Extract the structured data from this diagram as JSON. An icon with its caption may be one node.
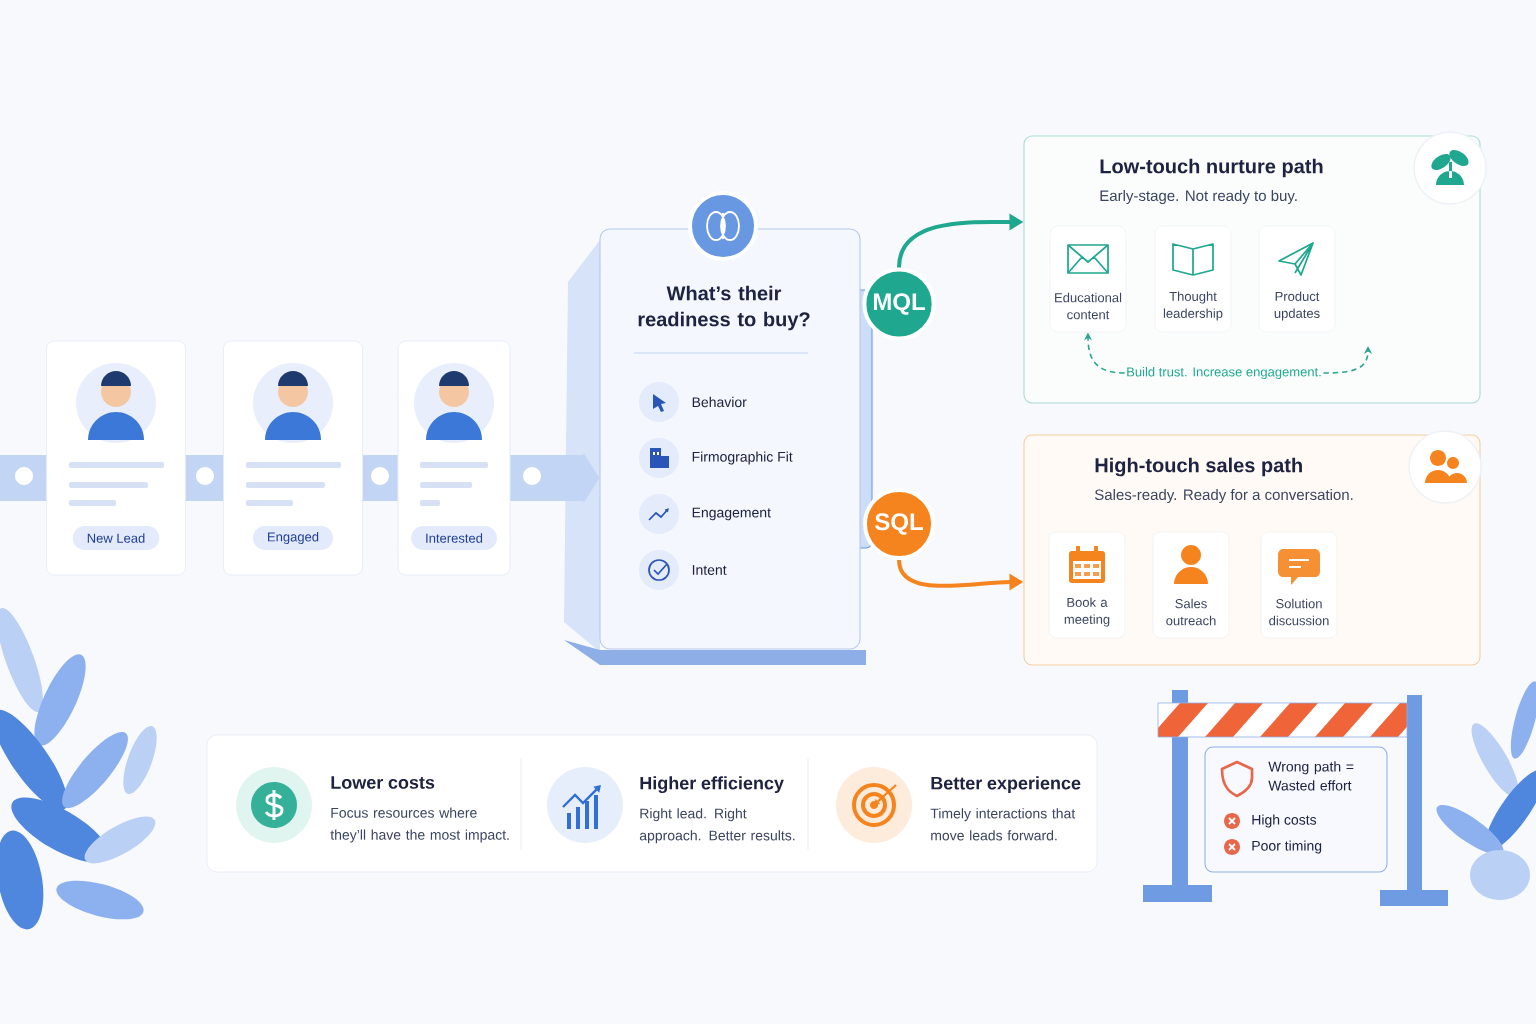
{
  "diagram": {
    "nodes": [
      {
        "text": [
          "New Lead"
        ]
      },
      {
        "text": [
          "Engaged"
        ]
      },
      {
        "text": [
          "Interested"
        ]
      },
      {
        "text": [
          "What’s their readiness to buy?"
        ]
      },
      {
        "text": [
          "Behavior"
        ],
        "in": 3
      },
      {
        "text": [
          "Firmographic Fit"
        ],
        "in": 3
      },
      {
        "text": [
          "Engagement"
        ],
        "in": 3
      },
      {
        "text": [
          "Intent"
        ],
        "in": 3
      },
      {
        "text": [
          "MQL"
        ]
      },
      {
        "text": [
          "SQL"
        ]
      },
      {
        "text": [
          "Low-touch nurture path",
          "Early-stage. Not ready to buy."
        ]
      },
      {
        "text": [
          "Educational content"
        ],
        "in": 10
      },
      {
        "text": [
          "Thought leadership"
        ],
        "in": 10
      },
      {
        "text": [
          "Product updates"
        ],
        "in": 10
      },
      {
        "text": [
          "High-touch sales path",
          "Sales-ready. Ready for a conversation."
        ]
      },
      {
        "text": [
          "Book a meeting"
        ],
        "in": 14
      },
      {
        "text": [
          "Sales outreach"
        ],
        "in": 14
      },
      {
        "text": [
          "Solution discussion"
        ],
        "in": 14
      },
      {
        "text": [
          "Lower costs",
          "Focus resources where they’ll have the most impact."
        ]
      },
      {
        "text": [
          "Higher efficiency",
          "Right lead. Right approach. Better results."
        ]
      },
      {
        "text": [
          "Better experience",
          "Timely interactions that move leads forward."
        ]
      },
      {
        "text": [
          "Wrong path = Wasted effort",
          "High costs",
          "Poor timing"
        ]
      },
      {
        "text": [
          "Build trust. Increase engagement."
        ],
        "in": 10
      }
    ],
    "edges": [
      {
        "from": 0,
        "to": 1,
        "arrow": "none",
        "style": "thick"
      },
      {
        "from": 1,
        "to": 2,
        "arrow": "none",
        "style": "thick"
      },
      {
        "from": 2,
        "to": 3,
        "arrow": "to",
        "style": "thick"
      },
      {
        "from": 8,
        "to": 10,
        "arrow": "to",
        "color": "#1fa88f"
      },
      {
        "from": 9,
        "to": 14,
        "arrow": "to",
        "color": "#f5841f"
      },
      {
        "from": 22,
        "to": 11,
        "arrow": "to",
        "style": "dashed",
        "color": "#2aa58f"
      },
      {
        "from": 22,
        "to": null,
        "arrow": "to",
        "style": "dashed",
        "color": "#2aa58f"
      }
    ]
  }
}
